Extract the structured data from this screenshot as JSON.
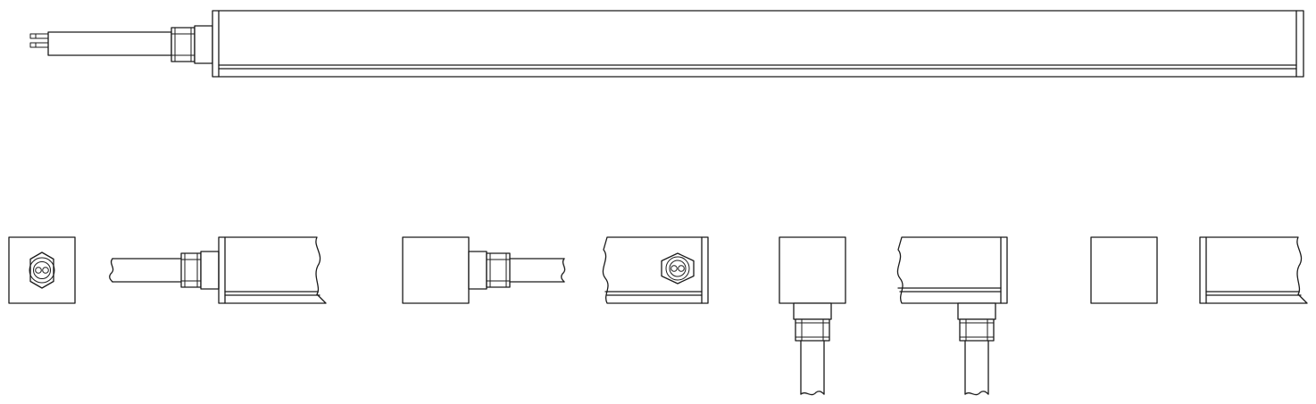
{
  "colors": {
    "line": "#1a1a1a",
    "background": "#ffffff"
  },
  "views": [
    {
      "name": "full-length-side-view"
    },
    {
      "name": "end-cap-with-connector-front-view"
    },
    {
      "name": "straight-cable-exit-side-view"
    },
    {
      "name": "blank-end-cap-front-view"
    },
    {
      "name": "straight-cable-exit-top-view"
    },
    {
      "name": "side-connector-side-view"
    },
    {
      "name": "downward-cable-end-view"
    },
    {
      "name": "downward-cable-side-view"
    },
    {
      "name": "plain-end-cap-front-view"
    },
    {
      "name": "plain-end-side-view"
    }
  ]
}
